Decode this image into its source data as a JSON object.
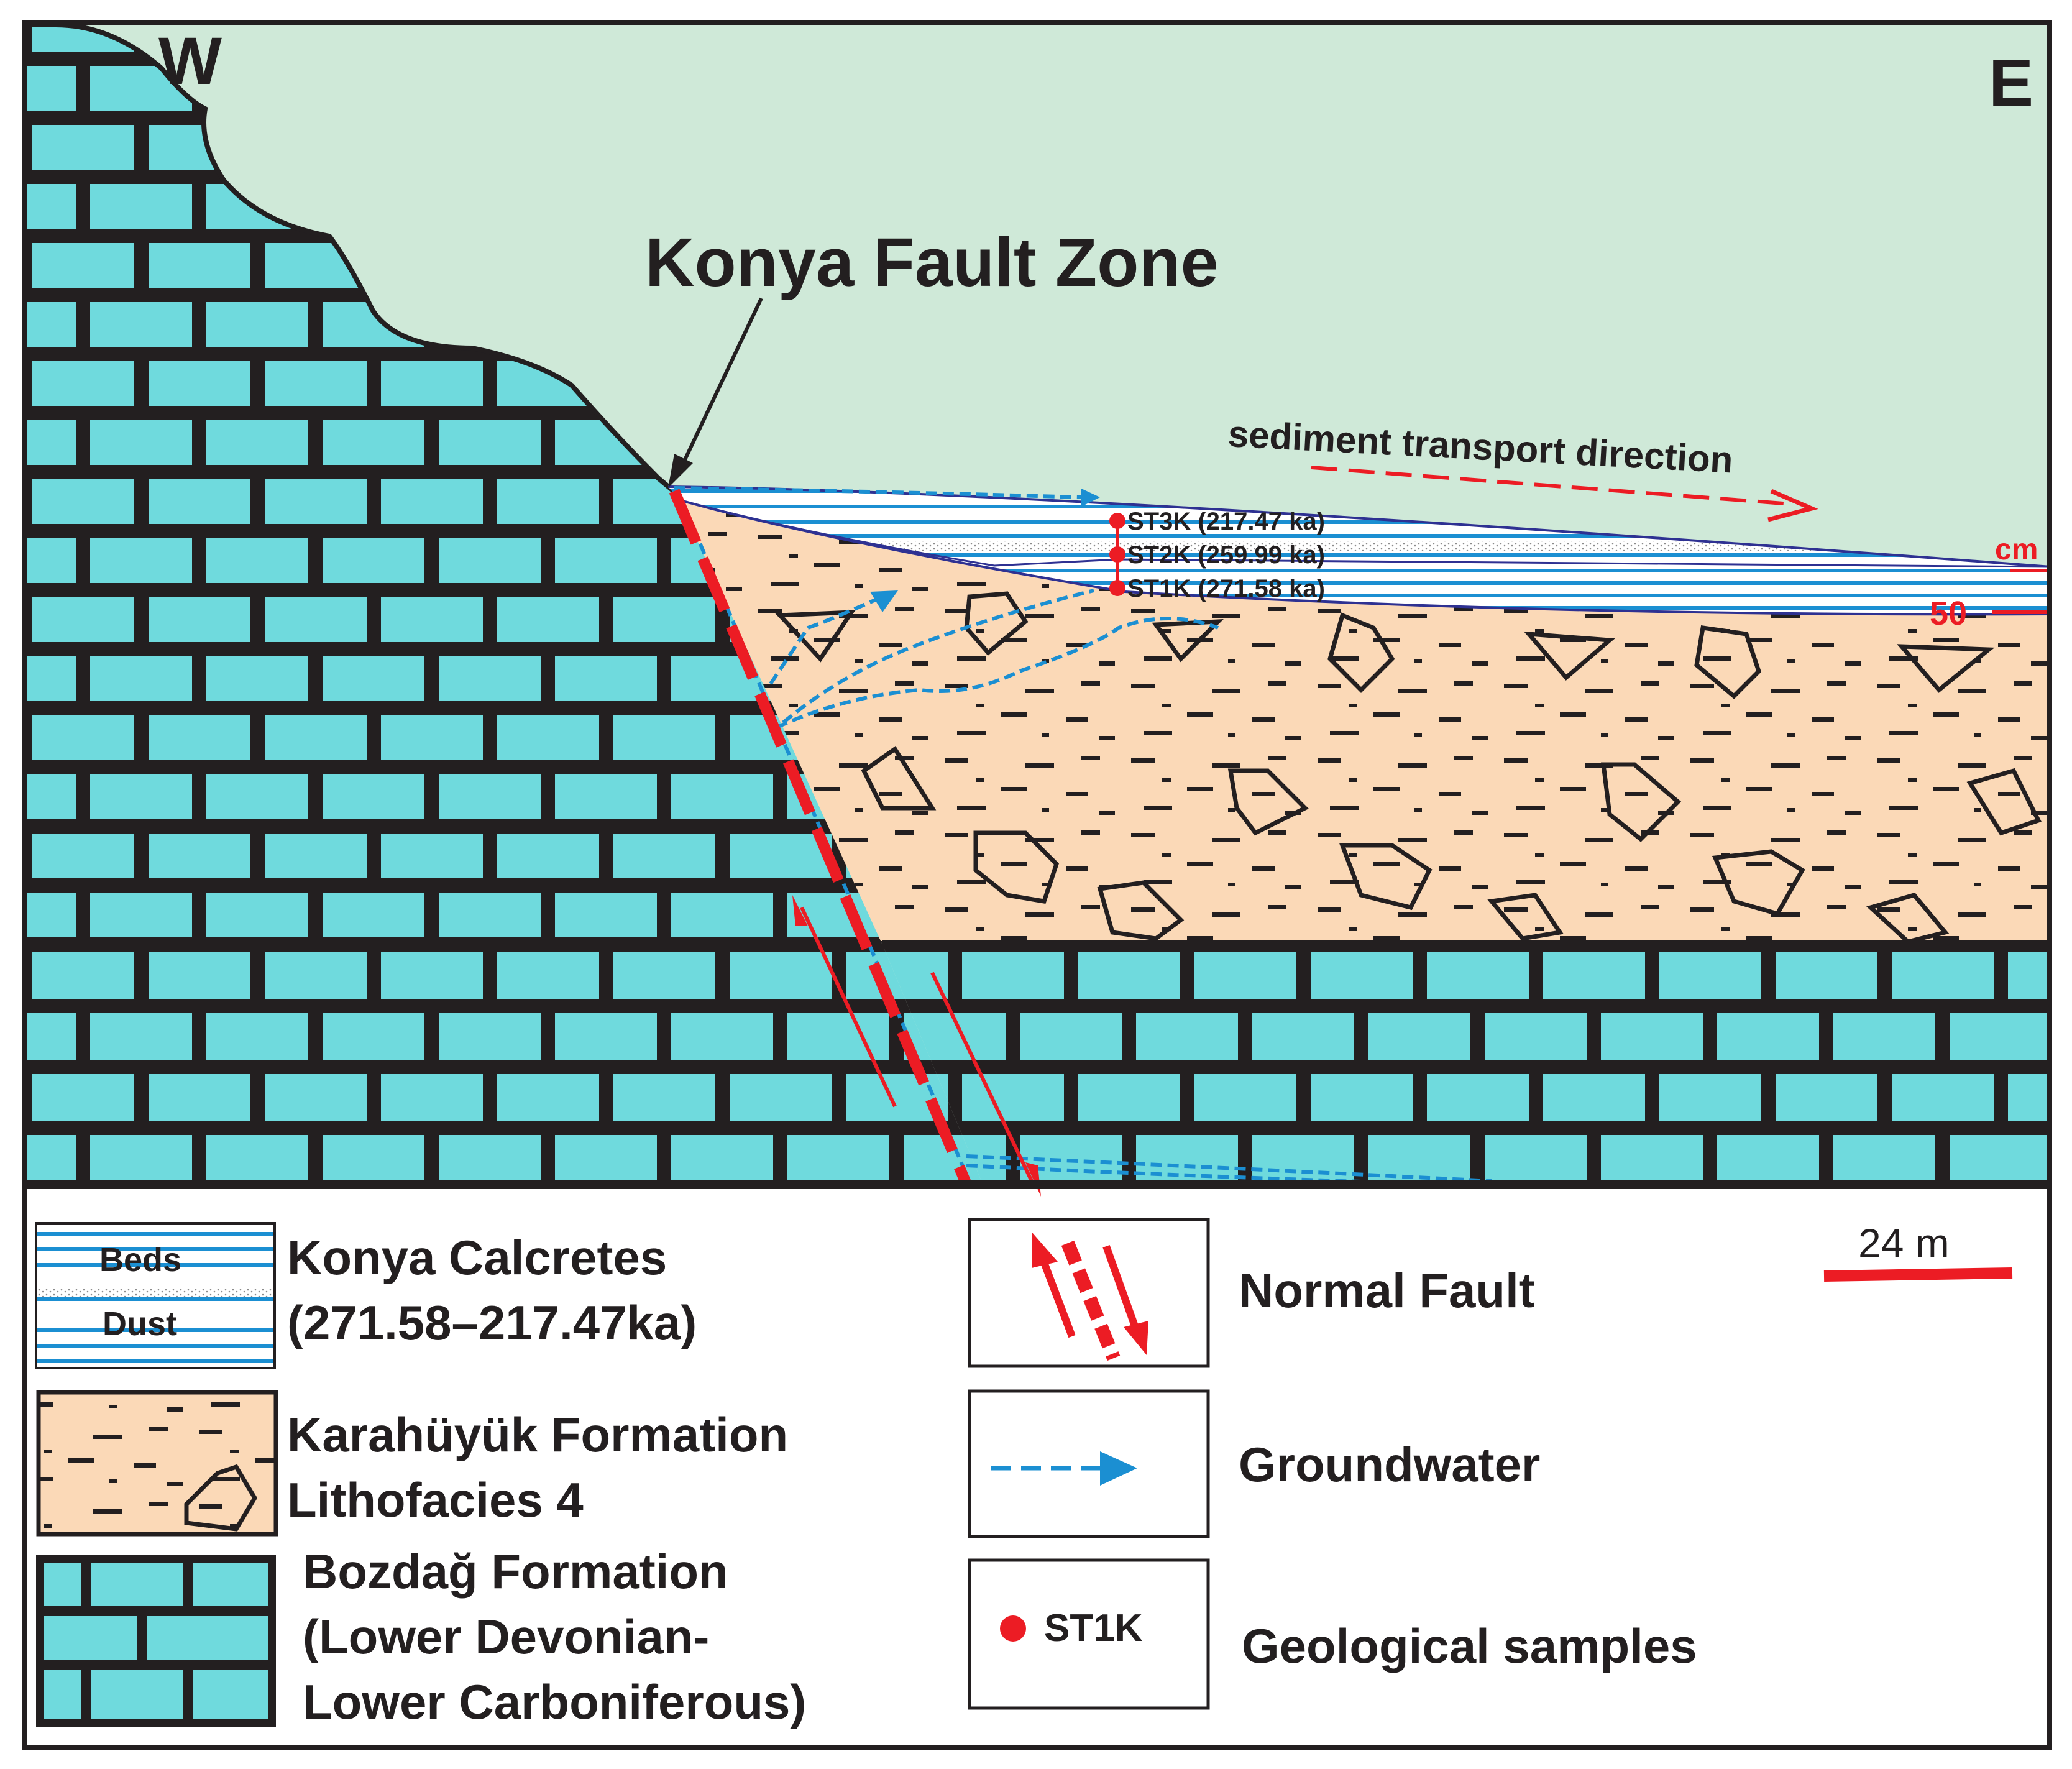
{
  "directions": {
    "west": "W",
    "east": "E"
  },
  "fault_zone_label": "Konya Fault Zone",
  "transport_label": "sediment transport direction",
  "samples": [
    {
      "id": "ST3K",
      "label": "ST3K (217.47 ka)"
    },
    {
      "id": "ST2K",
      "label": "ST2K (259.99 ka)"
    },
    {
      "id": "ST1K",
      "label": "ST1K (271.58 ka)"
    }
  ],
  "scale_bar": {
    "unit_label": "cm",
    "tick_label": "50"
  },
  "map_scale": {
    "label": "24 m"
  },
  "legend": {
    "calcretes": {
      "beds": "Beds",
      "dust": "Dust",
      "line1": "Konya Calcretes",
      "line2": "(271.58–217.47ka)"
    },
    "karahuyuk": {
      "line1": "Karahüyük Formation",
      "line2": "Lithofacies 4"
    },
    "bozdag": {
      "line1": "Bozdağ Formation",
      "line2": "(Lower Devonian-",
      "line3": "Lower Carboniferous)"
    },
    "normal_fault": "Normal Fault",
    "groundwater": "Groundwater",
    "sample_id": "ST1K",
    "samples": "Geological samples"
  },
  "colors": {
    "sky": "#cfe9d8",
    "limestone": "#6fdadd",
    "sediment": "#fbd9b7",
    "fault": "#ec1c24",
    "groundwater": "#1b8fd2",
    "outline": "#231f20"
  }
}
